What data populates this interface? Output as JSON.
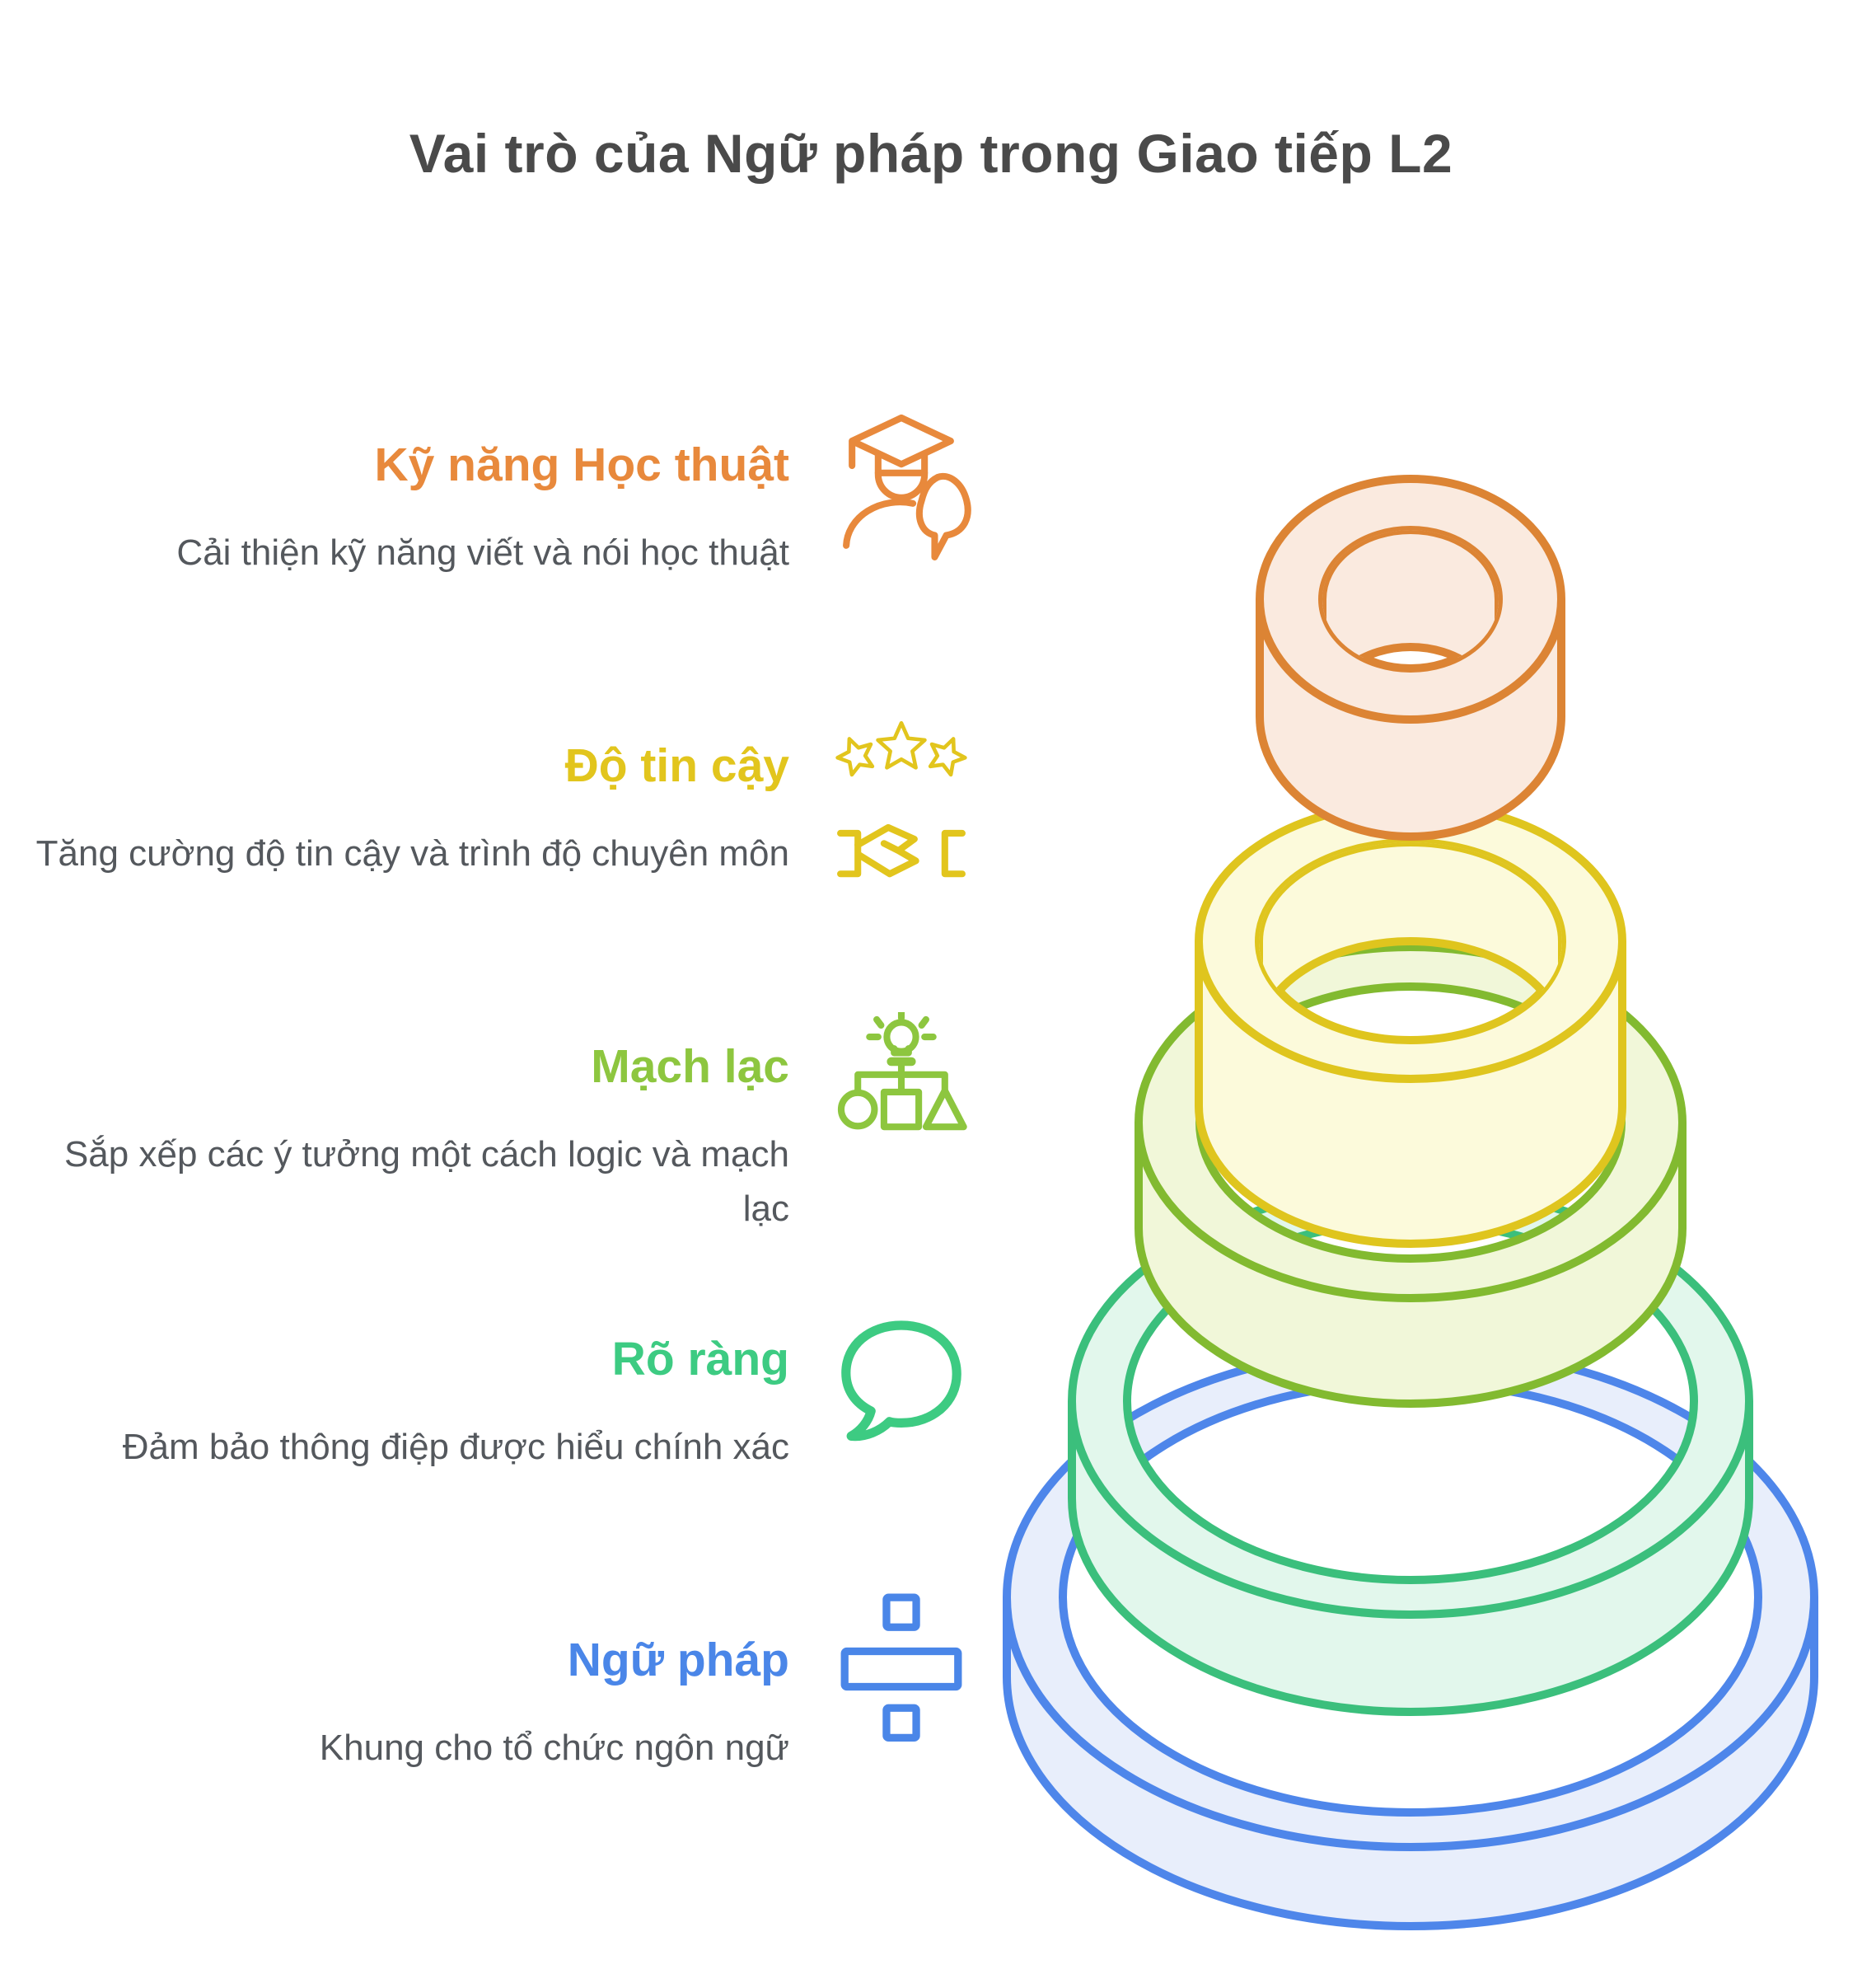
{
  "title": {
    "text": "Vai trò của Ngữ pháp trong Giao tiếp L2",
    "color": "#4A4A4A"
  },
  "items": [
    {
      "label": "Kỹ năng Học thuật",
      "description": "Cải thiện kỹ năng viết và nói học thuật",
      "color": "#E8893C",
      "icon": "graduate-speech-icon"
    },
    {
      "label": "Độ tin cậy",
      "description": "Tăng cường độ tin cậy và trình độ chuyên môn",
      "color": "#E2C51D",
      "icon": "stars-handshake-icon"
    },
    {
      "label": "Mạch lạc",
      "description": "Sắp xếp các ý tưởng một cách logic và mạch lạc",
      "color": "#8DC63F",
      "icon": "idea-flowchart-icon"
    },
    {
      "label": "Rõ ràng",
      "description": "Đảm bảo thông điệp được hiểu chính xác",
      "color": "#3DCB82",
      "icon": "speech-bubble-icon"
    },
    {
      "label": "Ngữ pháp",
      "description": "Khung cho tổ chức ngôn ngữ",
      "color": "#4A86E8",
      "icon": "division-icon"
    }
  ],
  "pyramid": {
    "rings": [
      {
        "name": "academic-skills-ring",
        "stroke": "#DC8434",
        "fill": "#FAEADF"
      },
      {
        "name": "credibility-ring",
        "stroke": "#DFC51E",
        "fill": "#FCFADB"
      },
      {
        "name": "coherence-ring",
        "stroke": "#82BA30",
        "fill": "#F1F7D9"
      },
      {
        "name": "clarity-ring",
        "stroke": "#3BBF7C",
        "fill": "#E2F7EC"
      },
      {
        "name": "grammar-ring",
        "stroke": "#4E86EA",
        "fill": "#E8EEFB"
      }
    ]
  },
  "text_color": "#54585D",
  "background": "#FFFFFF"
}
